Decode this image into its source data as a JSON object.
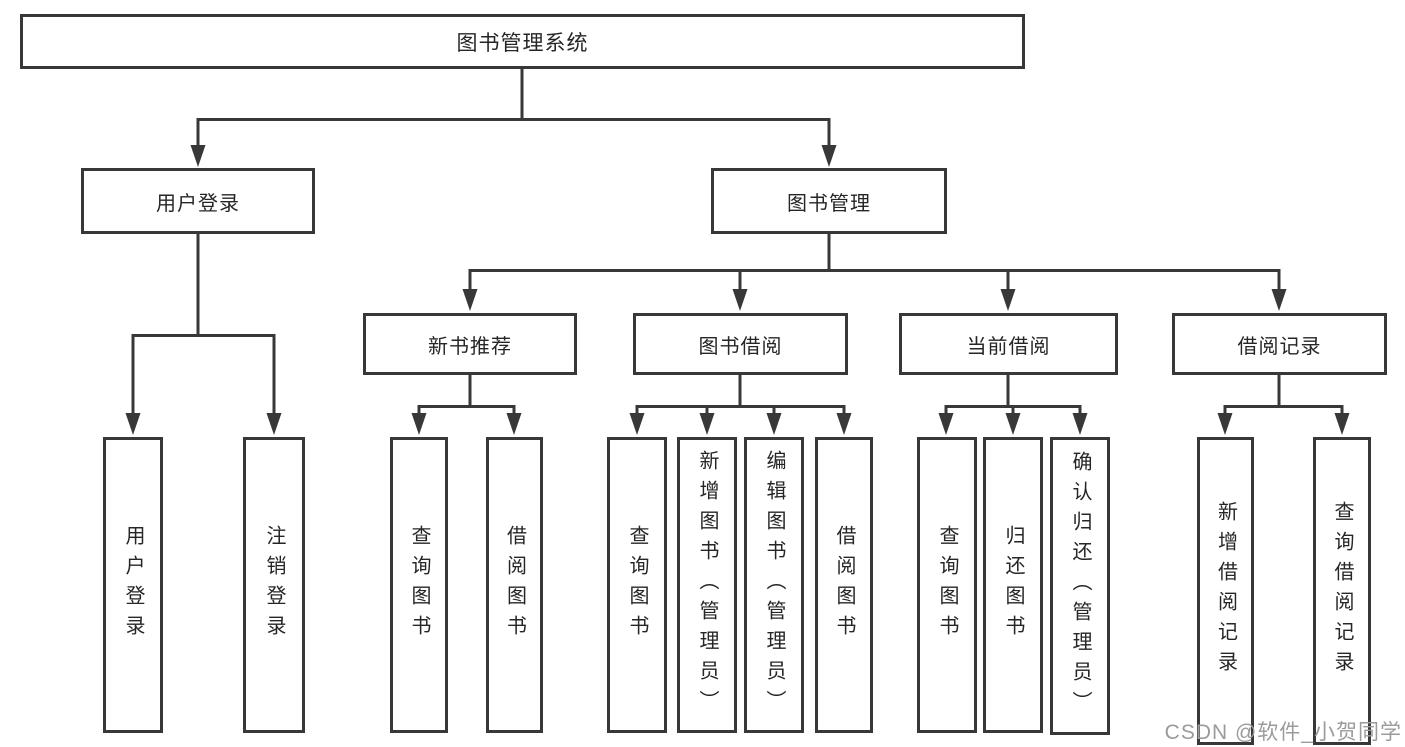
{
  "diagram": {
    "root": {
      "label": "图书管理系统"
    },
    "level2": [
      {
        "label": "用户登录",
        "children": [
          {
            "label": "用户登录"
          },
          {
            "label": "注销登录"
          }
        ]
      },
      {
        "label": "图书管理",
        "modules": [
          {
            "label": "新书推荐",
            "children": [
              {
                "label": "查询图书"
              },
              {
                "label": "借阅图书"
              }
            ]
          },
          {
            "label": "图书借阅",
            "children": [
              {
                "label": "查询图书"
              },
              {
                "label": "新增图书（管理员）"
              },
              {
                "label": "编辑图书（管理员）"
              },
              {
                "label": "借阅图书"
              }
            ]
          },
          {
            "label": "当前借阅",
            "children": [
              {
                "label": "查询图书"
              },
              {
                "label": "归还图书"
              },
              {
                "label": "确认归还（管理员）"
              }
            ]
          },
          {
            "label": "借阅记录",
            "children": [
              {
                "label": "新增借阅记录"
              },
              {
                "label": "查询借阅记录"
              }
            ]
          }
        ]
      }
    ]
  },
  "watermark": {
    "text": "CSDN @软件_小贺同学"
  },
  "colors": {
    "line": "#383838",
    "box_border": "#383838",
    "text": "#262626",
    "background": "#ffffff",
    "watermark": "#9b9b9b"
  }
}
